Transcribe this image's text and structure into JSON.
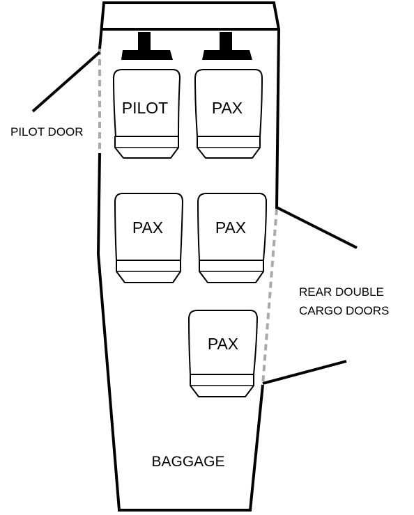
{
  "seats": [
    {
      "label": "PILOT"
    },
    {
      "label": "PAX"
    },
    {
      "label": "PAX"
    },
    {
      "label": "PAX"
    },
    {
      "label": "PAX"
    }
  ],
  "labels": {
    "pilot_door": "PILOT DOOR",
    "rear_doors_line1": "REAR DOUBLE",
    "rear_doors_line2": "CARGO DOORS",
    "baggage": "BAGGAGE"
  },
  "colors": {
    "outline": "#000000",
    "door_dashed": "#aaaaaa",
    "background": "#ffffff"
  }
}
